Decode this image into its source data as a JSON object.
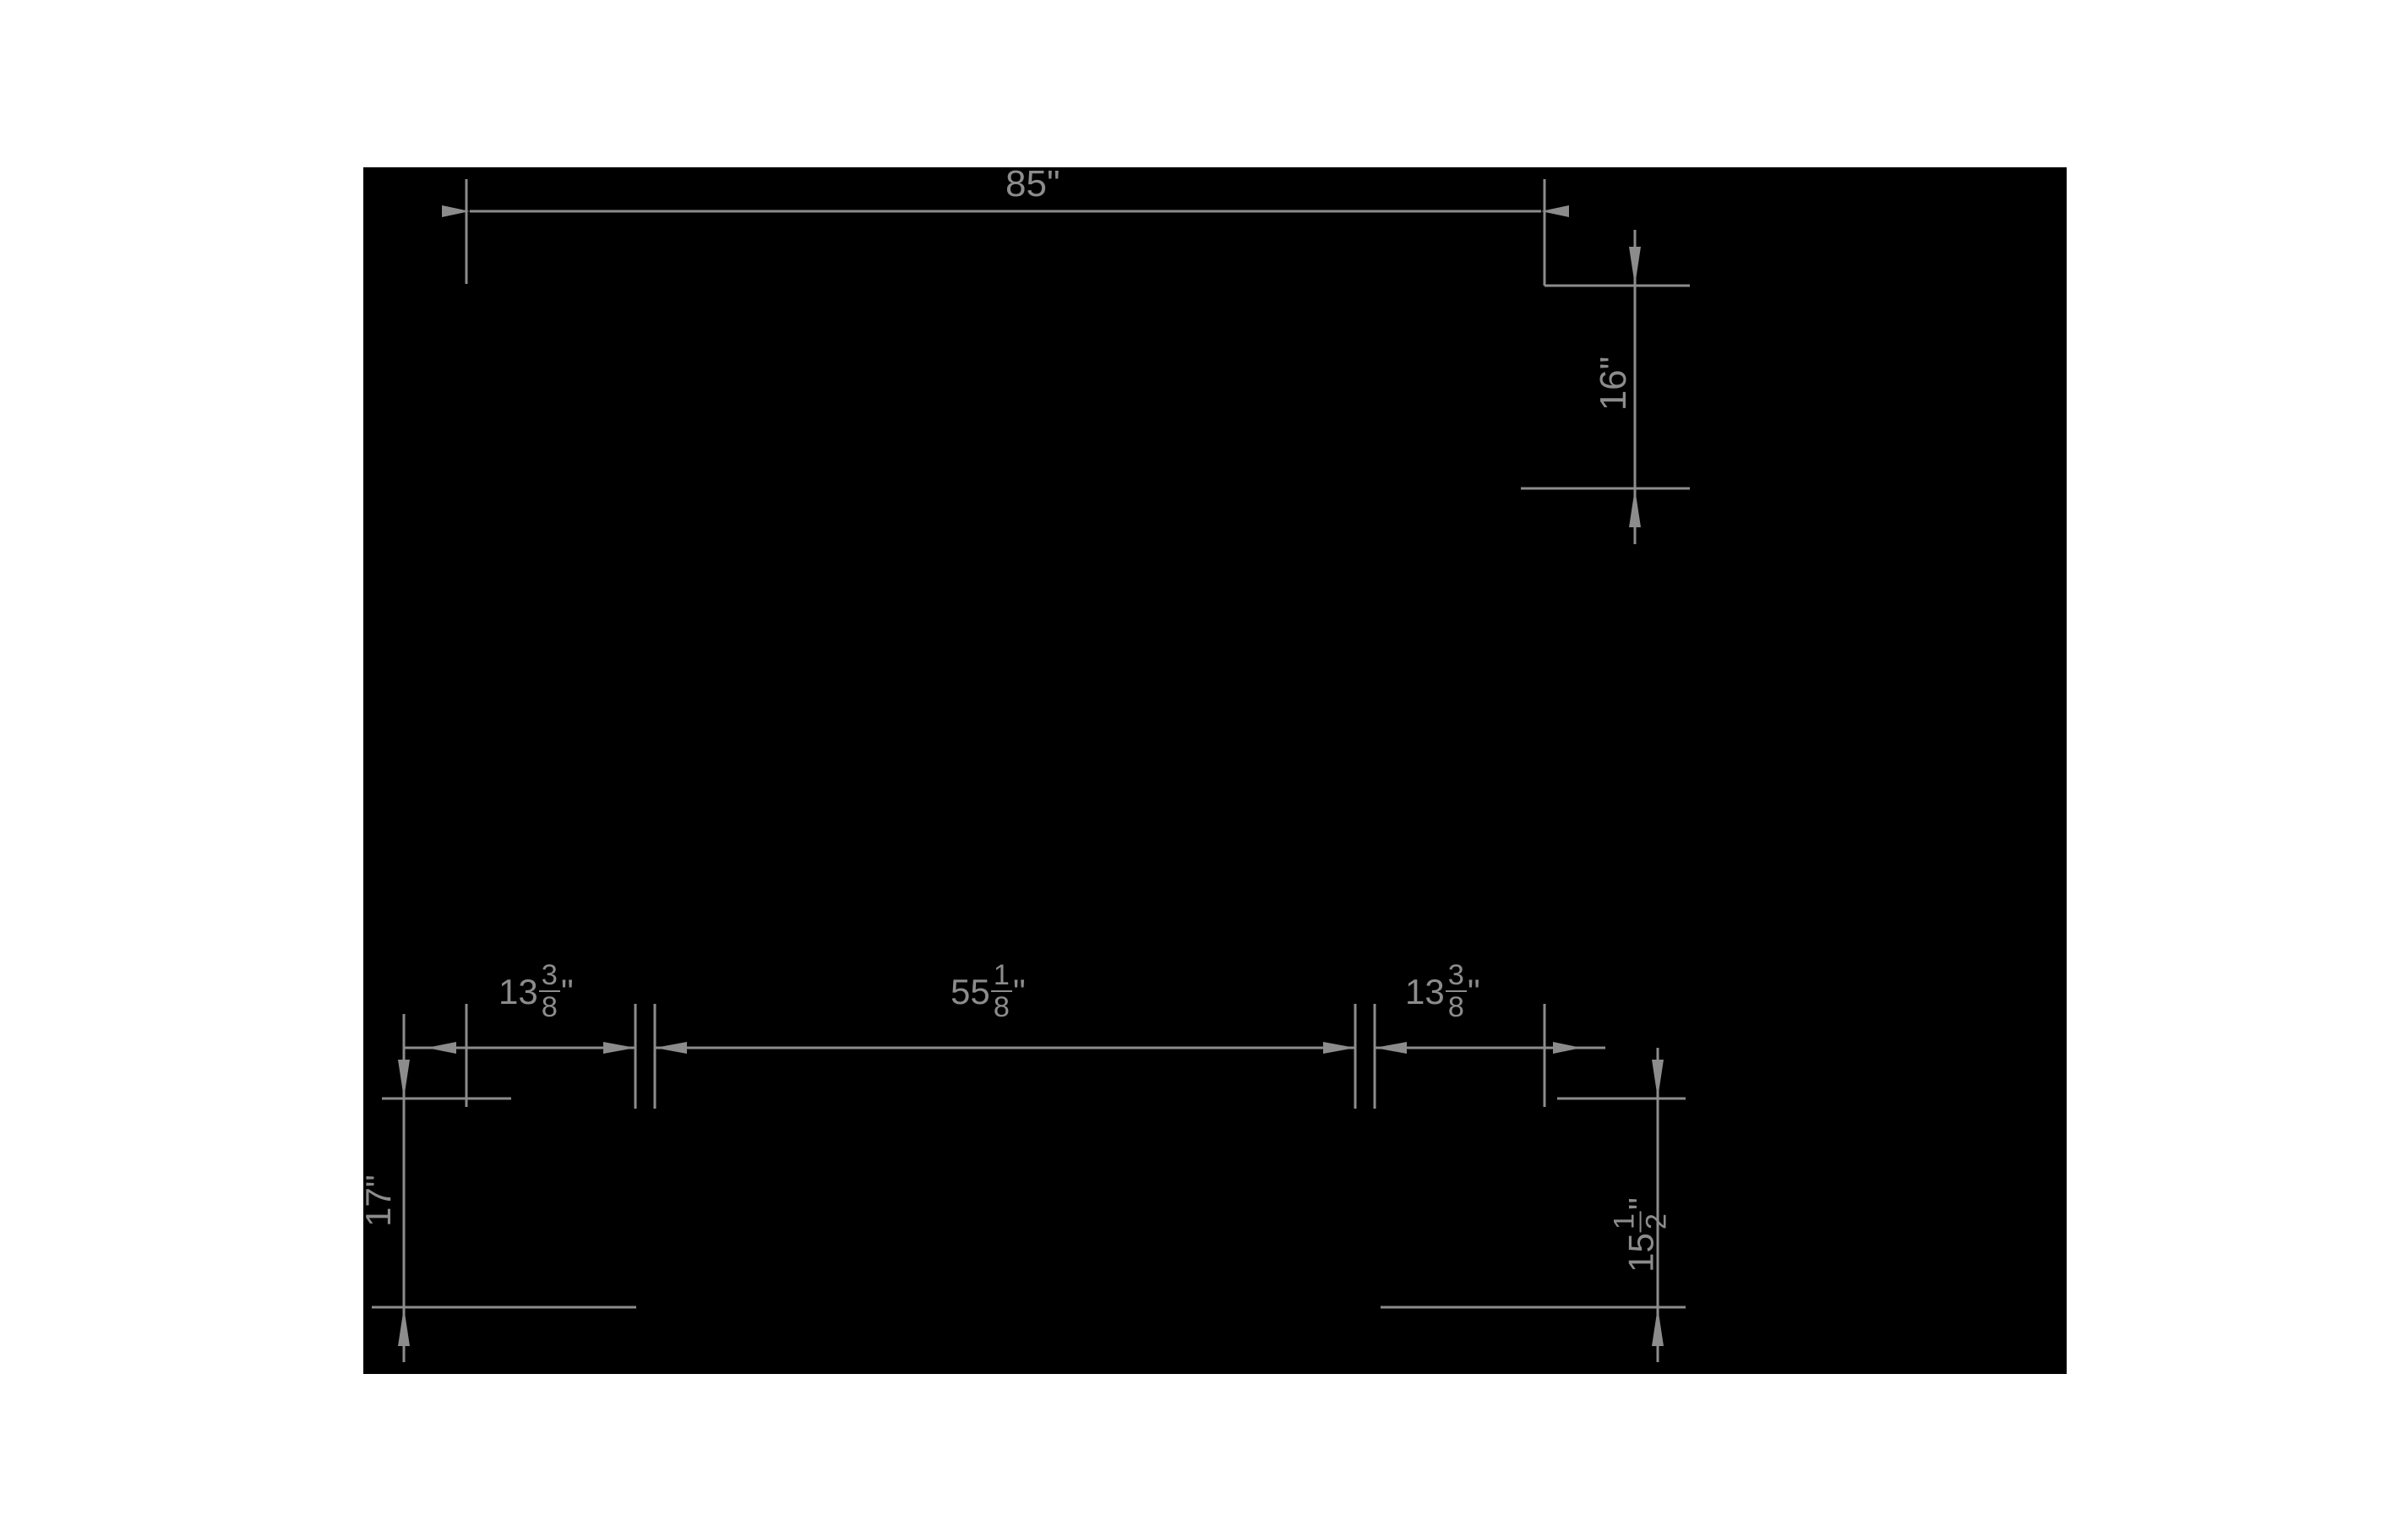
{
  "drawing": {
    "title": "Sofa dimension drawing",
    "background_color": "#ffffff",
    "panel_color": "#000000",
    "line_color": "#8c8c8c",
    "unit_symbol": "\"",
    "dimensions": {
      "overall_width": {
        "label": "85\"",
        "whole": "85",
        "numerator": "",
        "denominator": "",
        "unit": "\"",
        "orientation": "horizontal",
        "position": "top"
      },
      "arm_height": {
        "label": "16\"",
        "whole": "16",
        "numerator": "",
        "denominator": "",
        "unit": "\"",
        "orientation": "vertical",
        "position": "top-right"
      },
      "left_segment": {
        "label": "13 3/8\"",
        "whole": "13",
        "numerator": "3",
        "denominator": "8",
        "unit": "\"",
        "orientation": "horizontal",
        "position": "bottom-left"
      },
      "center_segment": {
        "label": "55 1/8\"",
        "whole": "55",
        "numerator": "1",
        "denominator": "8",
        "unit": "\"",
        "orientation": "horizontal",
        "position": "bottom-center"
      },
      "right_segment": {
        "label": "13 3/8\"",
        "whole": "13",
        "numerator": "3",
        "denominator": "8",
        "unit": "\"",
        "orientation": "horizontal",
        "position": "bottom-right"
      },
      "left_height": {
        "label": "17\"",
        "whole": "17",
        "numerator": "",
        "denominator": "",
        "unit": "\"",
        "orientation": "vertical",
        "position": "bottom-left"
      },
      "right_height": {
        "label": "15 1/2\"",
        "whole": "15",
        "numerator": "1",
        "denominator": "2",
        "unit": "\"",
        "orientation": "vertical",
        "position": "bottom-right"
      }
    }
  }
}
